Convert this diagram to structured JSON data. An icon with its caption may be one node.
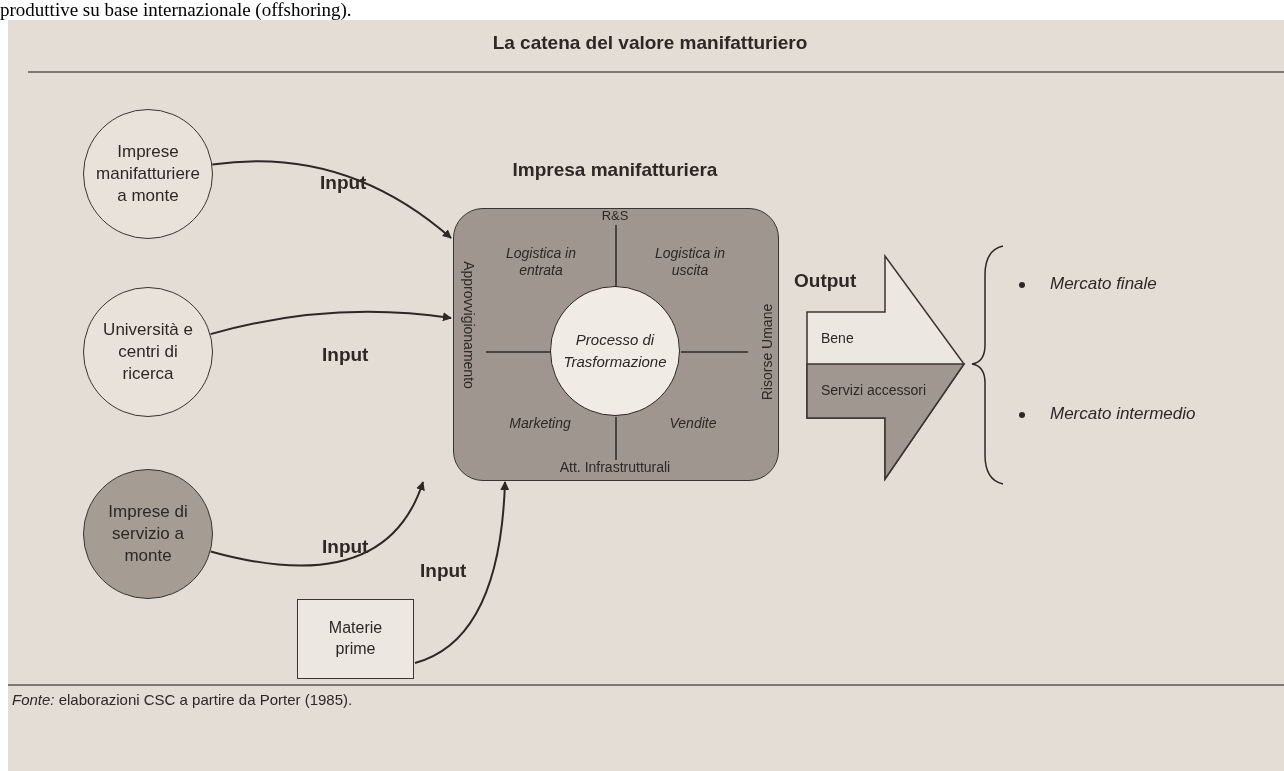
{
  "diagram": {
    "title": "La catena del valore manifatturiero",
    "caption": "*Fonte:* elaborazioni CSC a partire da Porter (1985).",
    "nodes": [
      {
        "text": [
          "Imprese manifatturiere a monte"
        ]
      },
      {
        "text": [
          "Università e centri di ricerca"
        ]
      },
      {
        "text": [
          "Imprese di servizio a monte"
        ]
      },
      {
        "text": [
          "Materie prime"
        ]
      },
      {
        "text": [
          "Impresa manifatturiera",
          "R&S",
          "Logistica in entrata",
          "Logistica in uscita",
          "Approvvigionamento",
          "Risorse Umane",
          "Marketing",
          "Vendite",
          "Att. Infrastrutturali"
        ]
      },
      {
        "text": [
          "Processo di Trasformazione"
        ],
        "in": 4
      },
      {
        "text": [
          "Output"
        ]
      },
      {
        "text": [
          "Bene"
        ],
        "in": 6
      },
      {
        "text": [
          "Servizi accessori"
        ],
        "in": 6
      }
    ],
    "edges": [
      {
        "from": 0,
        "to": 4,
        "arrow": "to",
        "label": "Input"
      },
      {
        "from": 1,
        "to": 4,
        "arrow": "to",
        "label": "Input"
      },
      {
        "from": 2,
        "to": 4,
        "arrow": "to",
        "label": "Input"
      },
      {
        "from": 3,
        "to": 4,
        "arrow": "to",
        "label": "Input"
      }
    ],
    "labels": [
      "produttive su base internazionale (offshoring).",
      "Mercato finale",
      "Mercato intermedio"
    ]
  }
}
